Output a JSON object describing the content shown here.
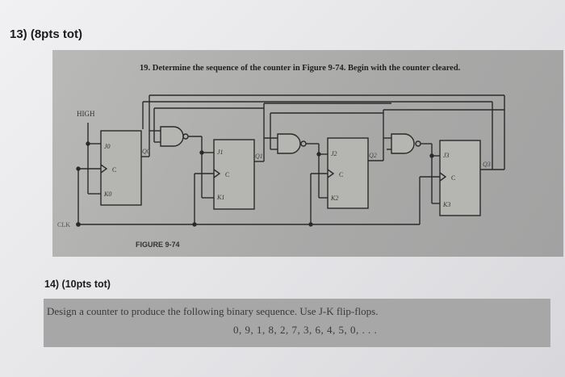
{
  "question13": {
    "heading": "13) (8pts tot)"
  },
  "figure": {
    "problem_text": "19. Determine the sequence of the counter in Figure 9-74. Begin with the counter cleared.",
    "caption": "FIGURE 9-74",
    "high_label": "HIGH",
    "clk_label": "CLK",
    "flipflops": [
      {
        "j": "J0",
        "k": "K0",
        "c": "C",
        "q": "Q0"
      },
      {
        "j": "J1",
        "k": "K1",
        "c": "C",
        "q": "Q1"
      },
      {
        "j": "J2",
        "k": "K2",
        "c": "C",
        "q": "Q2"
      },
      {
        "j": "J3",
        "k": "K3",
        "c": "C",
        "q": "Q3"
      }
    ]
  },
  "question14": {
    "heading": "14) (10pts tot)",
    "instruction": "Design a counter to produce the following binary sequence. Use J-K flip-flops.",
    "sequence": "0, 9, 1, 8, 2, 7, 3, 6, 4, 5, 0, . . ."
  }
}
